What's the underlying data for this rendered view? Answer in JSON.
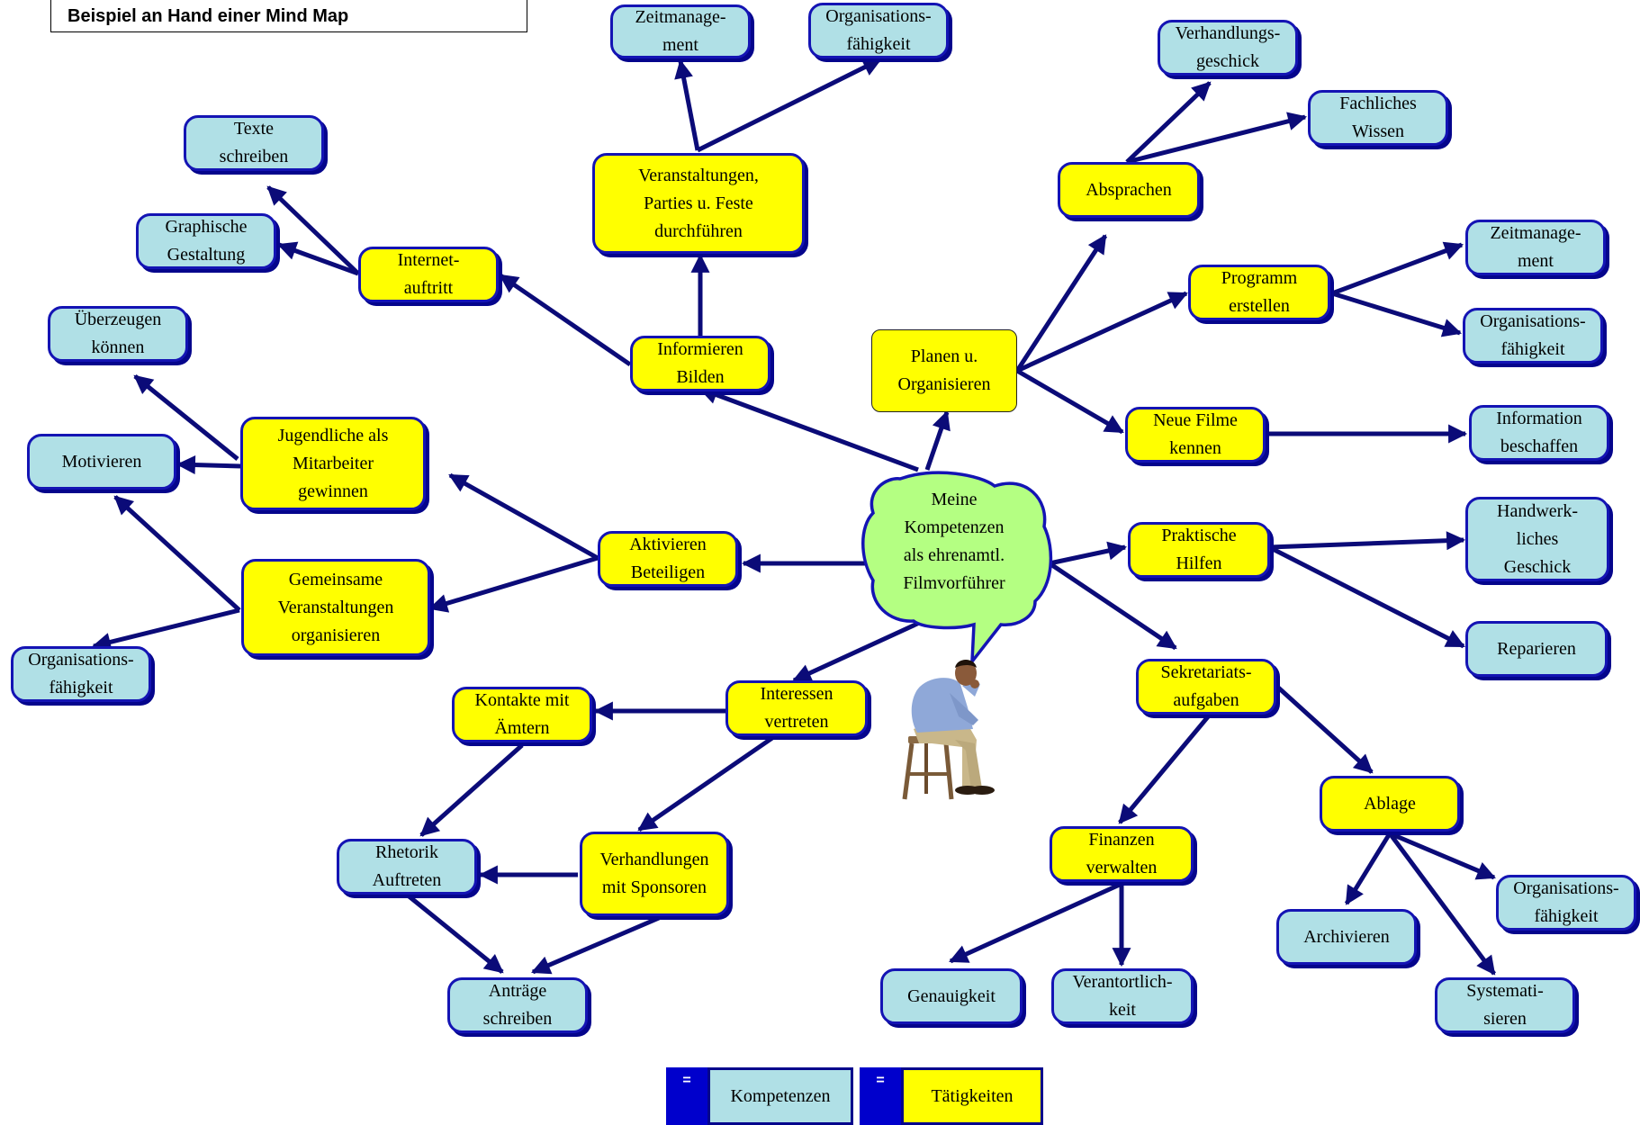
{
  "title": "Beispiel an Hand einer Mind Map",
  "center": "Meine\nKompetenzen\nals ehrenamtl.\nFilmvorführer",
  "colors": {
    "line": "#0b0b78",
    "taetigkeit": "#ffff00",
    "kompetenz": "#b0e0e6",
    "center": "#b4ff82",
    "border": "#1414b4"
  },
  "nodes": {
    "zeitmanagement_top": "Zeitmanage-\nment",
    "organisation_top": "Organisations-\nfähigkeit",
    "veranstaltungen": "Veranstaltungen,\nParties u. Feste\ndurchführen",
    "texte": "Texte\nschreiben",
    "graphische": "Graphische\nGestaltung",
    "internet": "Internet-\nauftritt",
    "informieren": "Informieren\nBilden",
    "ueberzeugen": "Überzeugen\nkönnen",
    "motivieren": "Motivieren",
    "jugendliche": "Jugendliche als\nMitarbeiter\ngewinnen",
    "gemeinsame": "Gemeinsame\nVeranstaltungen\norganisieren",
    "aktivieren": "Aktivieren\nBeteiligen",
    "organisation_left": "Organisations-\nfähigkeit",
    "kontakte": "Kontakte mit\nÄmtern",
    "interessen": "Interessen\nvertreten",
    "rhetorik": "Rhetorik\nAuftreten",
    "verhandlungen": "Verhandlungen\nmit Sponsoren",
    "antraege": "Anträge\nschreiben",
    "verhandlungsgeschick": "Verhandlungs-\ngeschick",
    "fachliches": "Fachliches\nWissen",
    "absprachen": "Absprachen",
    "planen": "Planen u.\nOrganisieren",
    "programm": "Programm\nerstellen",
    "zeitmanagement_right": "Zeitmanage-\nment",
    "organisation_right": "Organisations-\nfähigkeit",
    "neue_filme": "Neue Filme\nkennen",
    "information": "Information\nbeschaffen",
    "praktische": "Praktische\nHilfen",
    "handwerk": "Handwerk-\nliches\nGeschick",
    "reparieren": "Reparieren",
    "sekretariat": "Sekretariats-\naufgaben",
    "ablage": "Ablage",
    "finanzen": "Finanzen\nverwalten",
    "organisation_br": "Organisations-\nfähigkeit",
    "archivieren": "Archivieren",
    "systematisieren": "Systemati-\nsieren",
    "genauigkeit": "Genauigkeit",
    "verantwortlich": "Verantortlich-\nkeit"
  },
  "legend": {
    "eq1": "=",
    "kompetenzen": "Kompetenzen",
    "eq2": "=",
    "taetigkeiten": "Tätigkeiten"
  }
}
